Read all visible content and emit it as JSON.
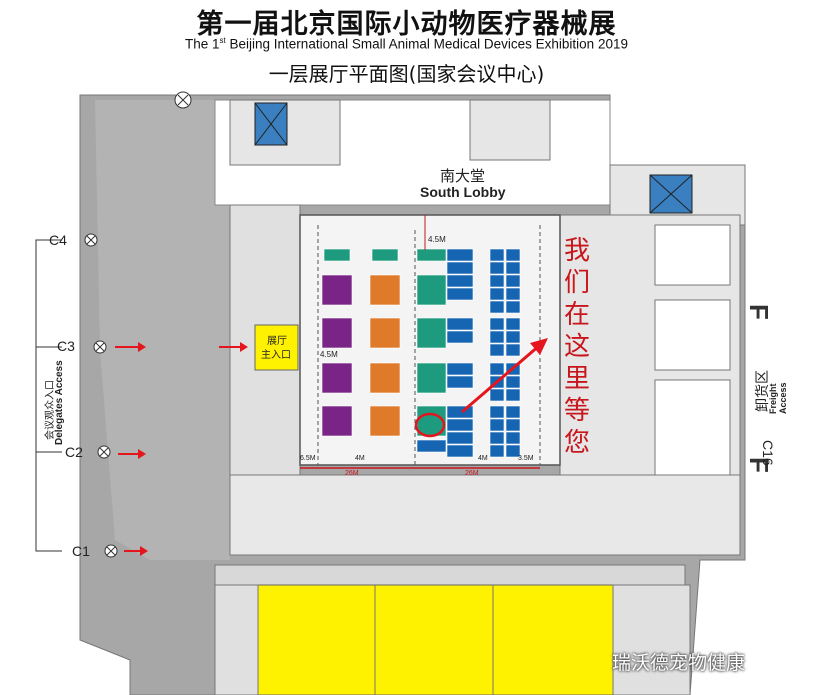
{
  "title_cn": "第一届北京国际小动物医疗器械展",
  "title_en_pre": "The 1",
  "title_en_sup": "st",
  "title_en_post": " Beijing International Small Animal Medical Devices Exhibition 2019",
  "hall_title": "一层展厅平面图(国家会议中心)",
  "south_lobby_cn": "南大堂",
  "south_lobby_en": "South Lobby",
  "entrance_label": "展厅\n主入口",
  "entrance_label_1": "展厅",
  "entrance_label_2": "主入口",
  "we_are_here": [
    "我",
    "们",
    "在",
    "这",
    "里",
    "等",
    "您"
  ],
  "gates": [
    "C4",
    "C3",
    "C2",
    "C1"
  ],
  "delegates_cn": "会议观众入口",
  "delegates_en": "Delegates Access",
  "freight_cn": "卸货区",
  "freight_en": "Freight Access",
  "c16": "C16",
  "f_mark": "F",
  "dims": {
    "d45_top": "4.5M",
    "d45_left": "4.5M",
    "d65": "6.5M",
    "d26a": "26M",
    "d26b": "26M",
    "d4a": "4M",
    "d4b": "4M",
    "d35": "3.5M"
  },
  "watermark": "瑞沃德宠物健康",
  "colors": {
    "wall": "#a7a7a7",
    "hall": "#f4f4f4",
    "entrance": "#fff200",
    "purple": "#7b2487",
    "orange": "#df7a2a",
    "teal": "#1e9b7e",
    "blue": "#1565b3",
    "red": "#e5151d",
    "highlight_yellow": "#fff200"
  }
}
